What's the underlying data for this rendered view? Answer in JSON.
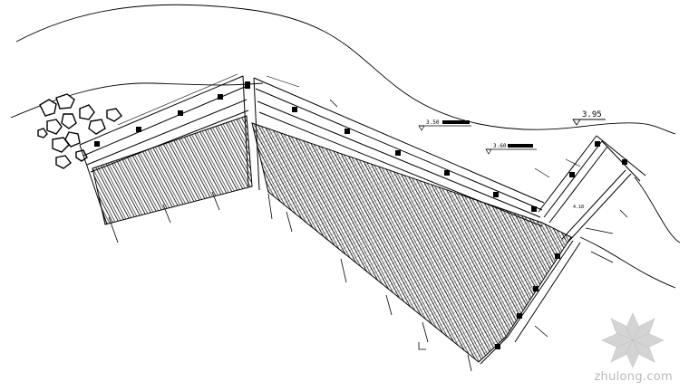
{
  "elevations": {
    "upper_right": "3.95",
    "mid_a": "3.50",
    "mid_b": "3.60",
    "small_a": "4.18"
  },
  "watermark": {
    "text": "zhulong.com"
  },
  "colors": {
    "ink": "#000000",
    "watermark": "#b9b9b9"
  }
}
